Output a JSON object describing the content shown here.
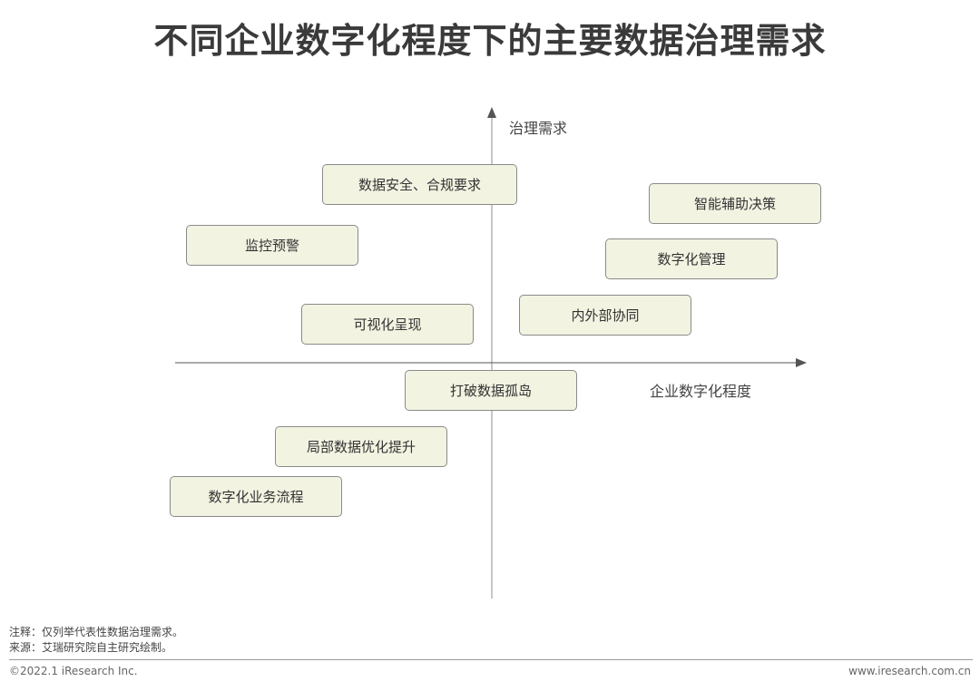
{
  "title": "不同企业数字化程度下的主要数据治理需求",
  "axes": {
    "y_label": "治理需求",
    "x_label": "企业数字化程度"
  },
  "boxes": [
    {
      "label": "数据安全、合规要求"
    },
    {
      "label": "智能辅助决策"
    },
    {
      "label": "监控预警"
    },
    {
      "label": "数字化管理"
    },
    {
      "label": "内外部协同"
    },
    {
      "label": "可视化呈现"
    },
    {
      "label": "打破数据孤岛"
    },
    {
      "label": "局部数据优化提升"
    },
    {
      "label": "数字化业务流程"
    }
  ],
  "footer": {
    "note": "注释：仅列举代表性数据治理需求。",
    "source": "来源：艾瑞研究院自主研究绘制。",
    "copyright": "©2022.1 iResearch Inc.",
    "website": "www.iresearch.com.cn"
  }
}
